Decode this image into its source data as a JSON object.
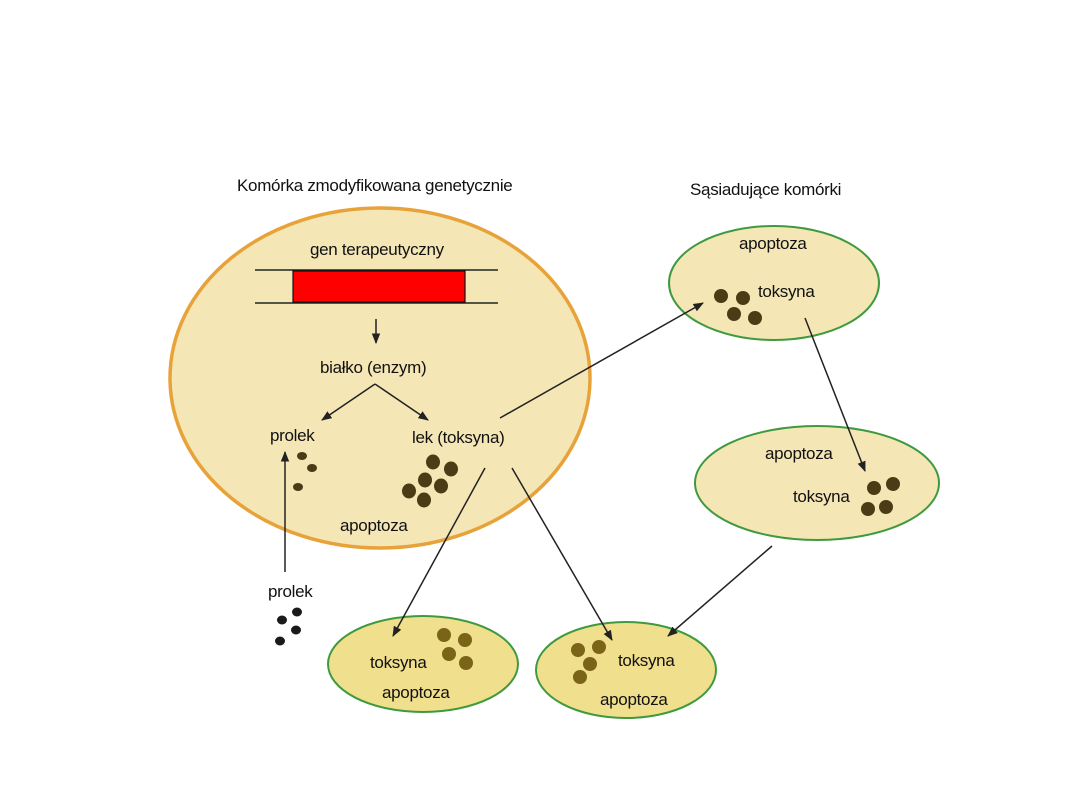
{
  "headings": {
    "modified_cell": "Komórka zmodyfikowana genetycznie",
    "neighbor_cells": "Sąsiadujące komórki"
  },
  "main_cell": {
    "gene": "gen terapeutyczny",
    "protein": "białko (enzym)",
    "prodrug": "prolek",
    "drug": "lek (toksyna)",
    "apoptosis": "apoptoza"
  },
  "external_prodrug": "prolek",
  "cells": {
    "top_right": {
      "top": "apoptoza",
      "bottom": "toksyna"
    },
    "middle_right": {
      "top": "apoptoza",
      "bottom": "toksyna"
    },
    "bottom_left": {
      "top": "toksyna",
      "bottom": "apoptoza"
    },
    "bottom_middle": {
      "top": "toksyna",
      "bottom": "apoptoza"
    }
  },
  "colors": {
    "cell_fill": "#f5e6b6",
    "main_border": "#e8a23a",
    "neighbor_border": "#3f9a3f",
    "ellipse_fill_small": "#f0df8c",
    "gene_box": "#ff0000",
    "toxin_dot": "#4a3c14",
    "prodrug_dot": "#1a1a1a"
  }
}
